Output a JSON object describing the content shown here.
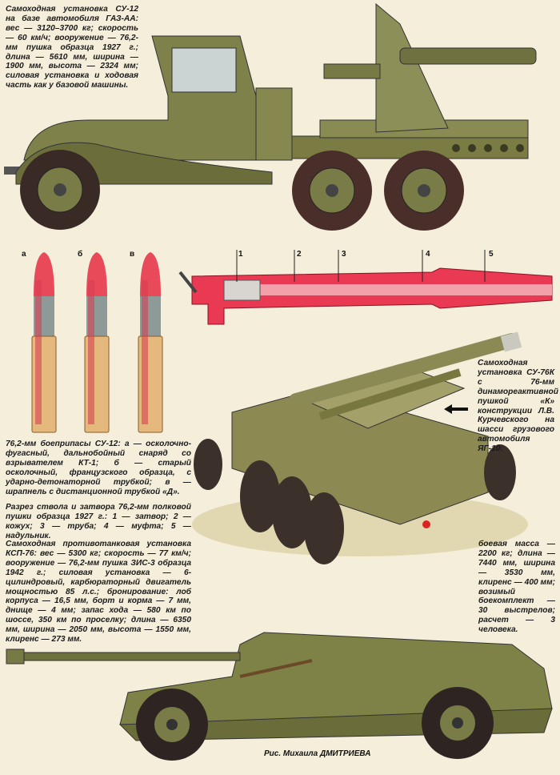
{
  "su12_caption": "Самоходная установка СУ-12 на базе автомобиля ГАЗ-АА: вес — 3120–3700 кг; скорость — 60 км/ч; вооружение — 76,2-мм пушка образца 1927 г.; длина — 5610 мм, ширина — 1900 мм, высота — 2324 мм; силовая установка и ходовая часть как у базовой машины.",
  "shell_labels": [
    "а",
    "б",
    "в"
  ],
  "barrel_labels": [
    "1",
    "2",
    "3",
    "4",
    "5"
  ],
  "ammo_caption": "76,2-мм боеприпасы СУ-12: а — осколочно-фугасный, дальнобойный снаряд со взрывателем КТ-1; б — старый осколочный, французского образца, с ударно-детонаторной трубкой; в — шрапнель с дистанционной трубкой «Д».",
  "barrel_caption": "Разрез ствола и затвора 76,2-мм полковой пушки образца 1927 г.: 1 — затвор; 2 — кожух; 3 — труба; 4 — муфта; 5 — надульник.",
  "su76k_caption_top": "Самоходная установка СУ-76К с 76-мм динамореактивной пушкой «К» конструкции Л.В. Курчевского на шасси грузового автомобиля ЯГ-10:",
  "su76k_caption_bottom": "боевая масса — 2200 кг; длина — 7440 мм, ширина — 3530 мм, клиренс — 400 мм; возимый боекомплект — 30 выстрелов; расчет — 3 человека.",
  "ksp76_caption": "Самоходная противотанковая установка КСП-76: вес — 5300 кг; скорость — 77 км/ч; вооружение — 76,2-мм пушка ЗИС-3 образца 1942 г.; силовая установка — 6-цилиндровый, карбюраторный двигатель мощностью 85 л.с.; бронирование: лоб корпуса — 16,5 мм, борт и корма — 7 мм, днище — 4 мм; запас хода — 580 км по шоссе, 350 км по проселку; длина — 6350 мм, ширина — 2050 мм, высота — 1550 мм, клиренс — 273 мм.",
  "credit": "Рис. Михаила ДМИТРИЕВА",
  "colors": {
    "paper": "#f4eedb",
    "olive": "#7d8048",
    "red": "#e8394f",
    "tire": "#3a2a26"
  }
}
